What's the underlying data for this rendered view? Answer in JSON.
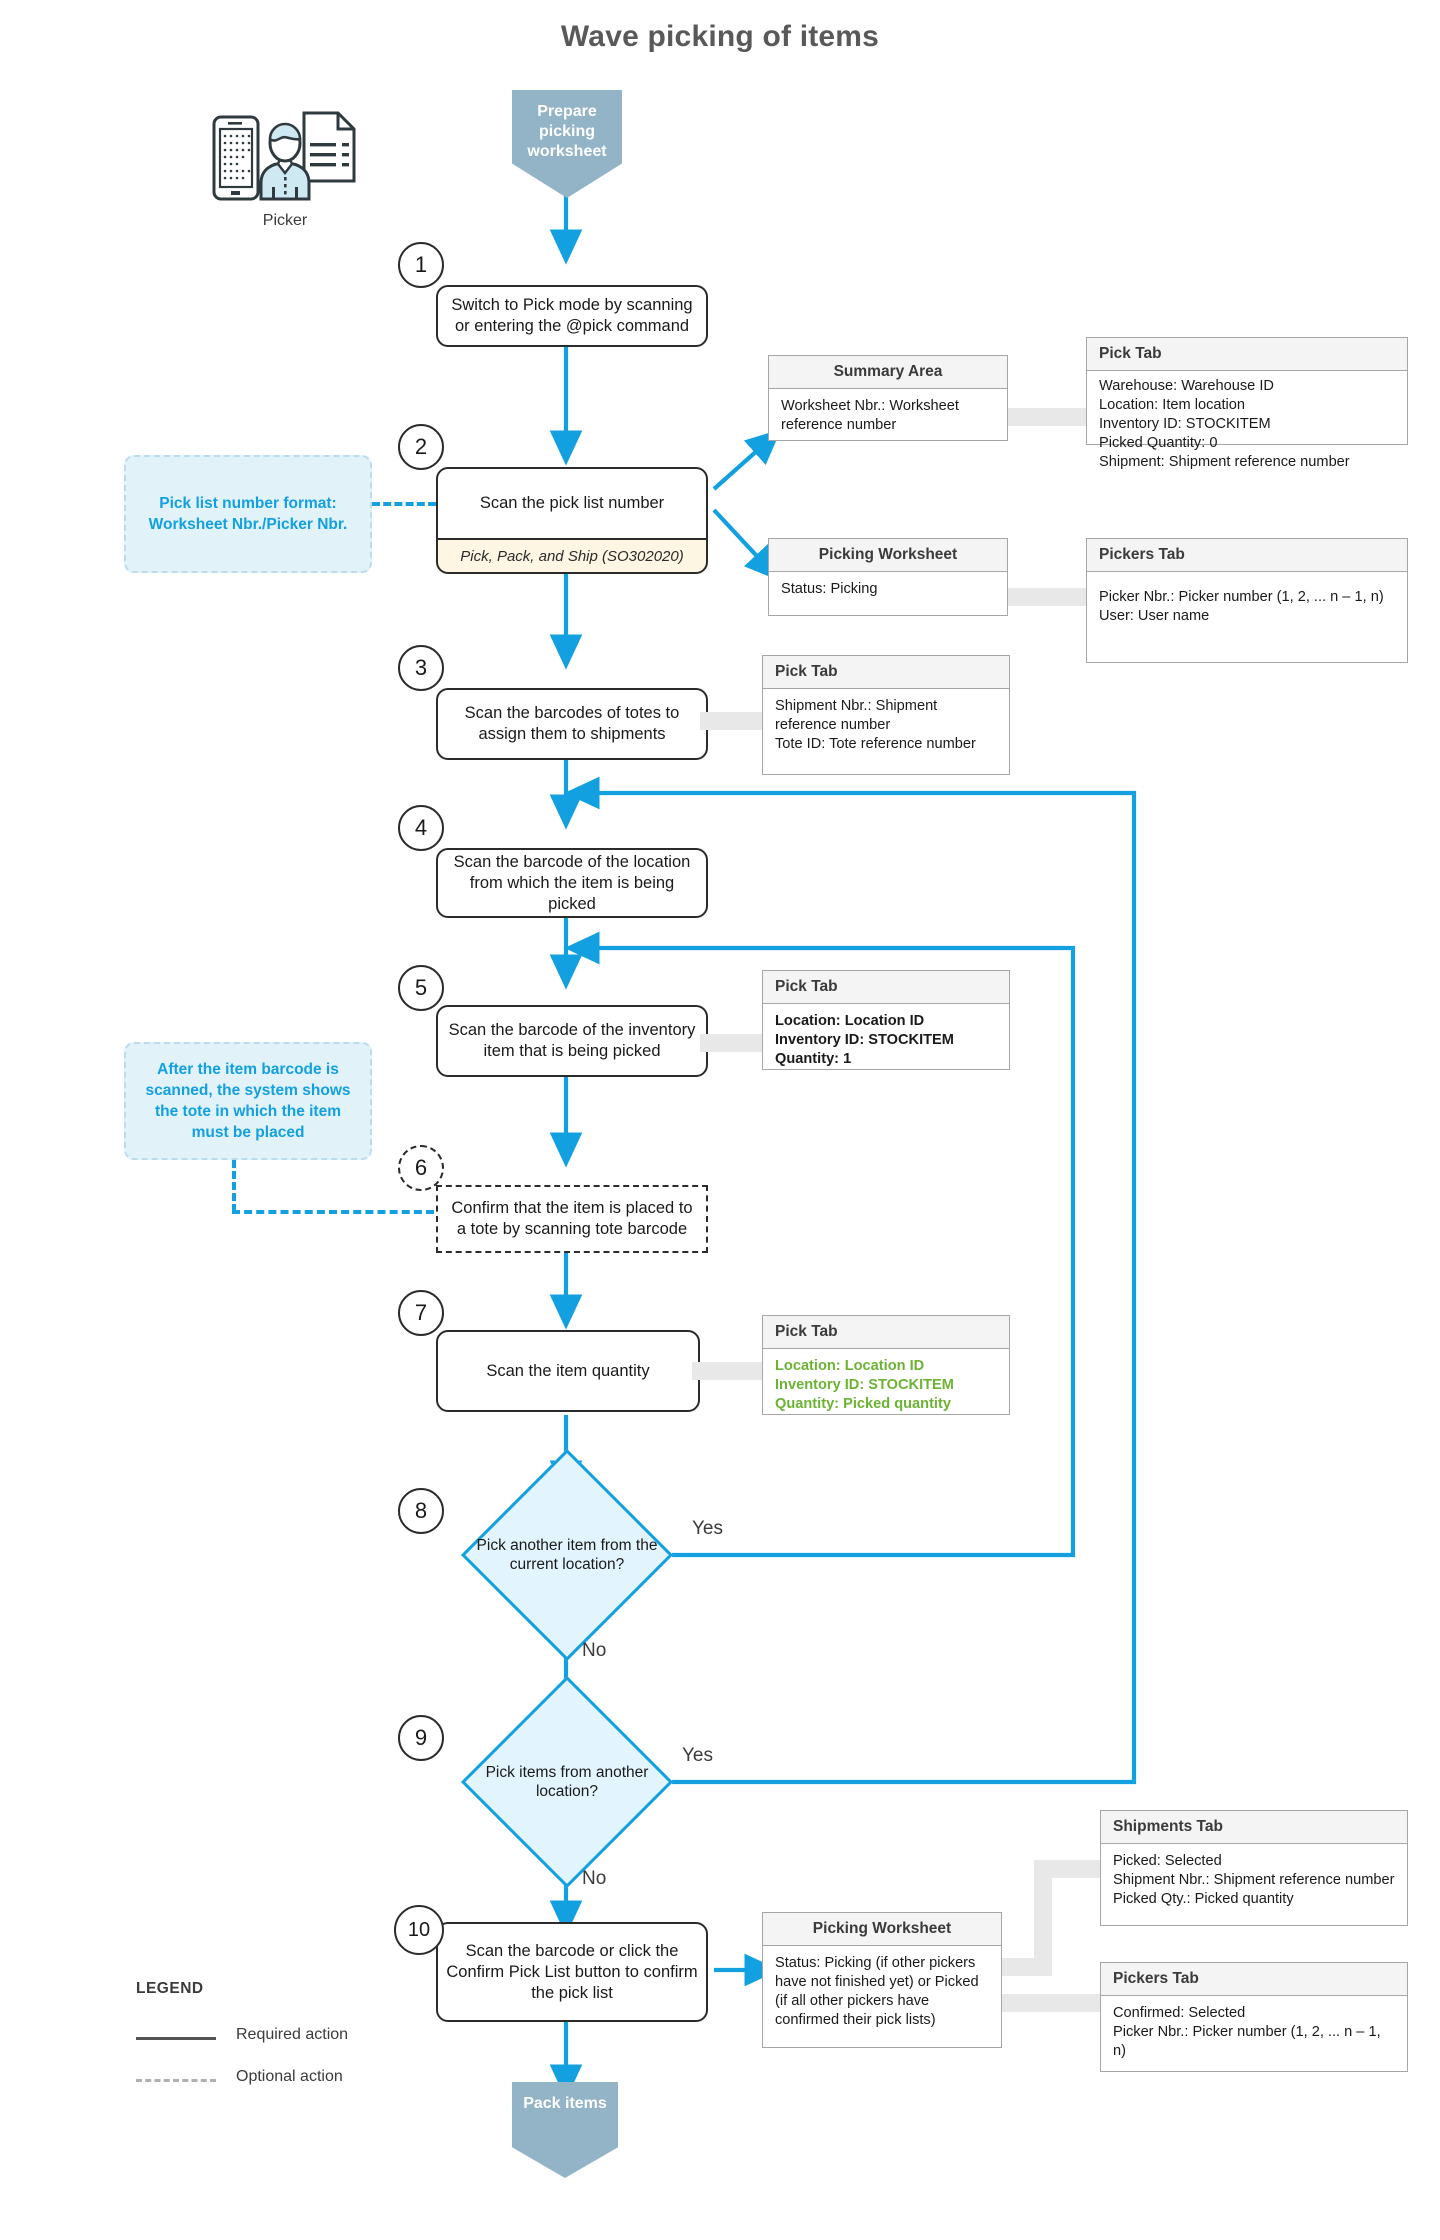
{
  "title": "Wave picking of items",
  "actor": {
    "label": "Picker",
    "icon": "picker-with-scanner-icon"
  },
  "colors": {
    "flow_blue": "#12a0e0",
    "terminator": "#92b4c6",
    "note_bg": "#e2f2f9",
    "decision_fill": "#e2f4fd",
    "green_text": "#6cb334",
    "panel_header_bg": "#f4f4f4",
    "title_grey": "#595959"
  },
  "start_terminator": {
    "label": "Prepare picking worksheet"
  },
  "end_terminator": {
    "label": "Pack items"
  },
  "steps": [
    {
      "num": "1",
      "text": "Switch to Pick mode by scanning or entering the @pick command"
    },
    {
      "num": "2",
      "text": "Scan the pick list number",
      "footer": "Pick, Pack, and Ship (SO302020)"
    },
    {
      "num": "3",
      "text": "Scan the barcodes of totes to assign them to shipments"
    },
    {
      "num": "4",
      "text": "Scan the barcode of the location from which the item is being picked"
    },
    {
      "num": "5",
      "text": "Scan the barcode of the inventory item that is being picked"
    },
    {
      "num": "6",
      "text": "Confirm that the item is placed to a tote by scanning tote barcode",
      "optional": true
    },
    {
      "num": "7",
      "text": "Scan the item quantity"
    },
    {
      "num": "8",
      "text": "Pick another item from the current location?",
      "type": "decision"
    },
    {
      "num": "9",
      "text": "Pick items from another location?",
      "type": "decision"
    },
    {
      "num": "10",
      "text": "Scan the barcode or click the Confirm Pick List button to confirm the pick list"
    }
  ],
  "branches": {
    "d8_yes": "Yes",
    "d8_no": "No",
    "d9_yes": "Yes",
    "d9_no": "No"
  },
  "notes": [
    {
      "id": "note-pick-list-format",
      "text": "Pick list number format: Worksheet Nbr./Picker Nbr."
    },
    {
      "id": "note-tote-display",
      "text": "After the item barcode is scanned, the system shows the tote in which the item must be placed"
    }
  ],
  "panels": [
    {
      "id": "summary-area",
      "header": "Summary Area",
      "header_centered": true,
      "lines": [
        "Worksheet Nbr.: Worksheet reference number"
      ]
    },
    {
      "id": "pick-tab-step2",
      "header": "Pick Tab",
      "lines": [
        "Warehouse: Warehouse ID",
        "Location: Item location",
        "Inventory ID: STOCKITEM",
        "Picked Quantity: 0",
        "Shipment: Shipment reference number"
      ]
    },
    {
      "id": "picking-worksheet-step2",
      "header": "Picking Worksheet",
      "header_centered": true,
      "lines": [
        "Status: Picking"
      ]
    },
    {
      "id": "pickers-tab-step2",
      "header": "Pickers Tab",
      "lines": [
        "Picker Nbr.: Picker number (1, 2, ... n – 1, n)",
        "User: User name"
      ]
    },
    {
      "id": "pick-tab-step3",
      "header": "Pick Tab",
      "lines": [
        "Shipment Nbr.: Shipment reference number",
        "Tote ID: Tote reference number"
      ]
    },
    {
      "id": "pick-tab-step5",
      "header": "Pick Tab",
      "bold": true,
      "lines": [
        "Location: Location ID",
        "Inventory ID: STOCKITEM",
        "Quantity: 1"
      ]
    },
    {
      "id": "pick-tab-step7",
      "header": "Pick Tab",
      "green": true,
      "lines": [
        "Location: Location ID",
        "Inventory ID: STOCKITEM",
        "Quantity: Picked quantity"
      ]
    },
    {
      "id": "picking-worksheet-step10",
      "header": "Picking Worksheet",
      "header_centered": true,
      "lines": [
        "Status: Picking (if other pickers have not finished yet) or Picked (if all other pickers have confirmed their pick lists)"
      ]
    },
    {
      "id": "shipments-tab-step10",
      "header": "Shipments Tab",
      "lines": [
        "Picked: Selected",
        "Shipment Nbr.: Shipment reference number",
        "Picked Qty.: Picked quantity"
      ]
    },
    {
      "id": "pickers-tab-step10",
      "header": "Pickers Tab",
      "lines": [
        "Confirmed: Selected",
        "Picker Nbr.: Picker number (1, 2, ... n – 1, n)"
      ]
    }
  ],
  "legend": {
    "title": "LEGEND",
    "items": [
      {
        "style": "solid",
        "label": "Required action"
      },
      {
        "style": "dashed",
        "label": "Optional action"
      }
    ]
  }
}
